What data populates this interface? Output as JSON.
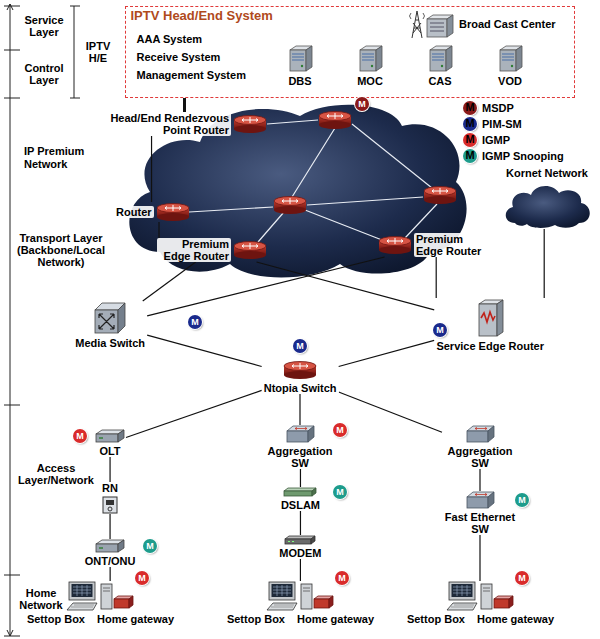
{
  "diagram": {
    "nodes": [
      {
        "text": [
          "IPTV Head/End System",
          "AAA System",
          "Receive System",
          "Management System"
        ]
      },
      {
        "text": [
          "Broad Cast Center"
        ],
        "in": 0
      },
      {
        "text": [
          "DBS"
        ],
        "in": 0
      },
      {
        "text": [
          "MOC"
        ],
        "in": 0
      },
      {
        "text": [
          "CAS"
        ],
        "in": 0
      },
      {
        "text": [
          "VOD"
        ],
        "in": 0
      },
      {
        "text": [
          "IP Premium Network"
        ]
      },
      {
        "text": [
          "Head/End Rendezvous Point Router"
        ],
        "in": 6
      },
      {
        "text": [
          "Router"
        ],
        "in": 6
      },
      {
        "text": [
          "Premium Edge Router"
        ],
        "in": 6
      },
      {
        "text": [
          "Premium Edge Router"
        ],
        "in": 6
      },
      {
        "text": [
          "Kornet Network"
        ]
      },
      {
        "text": [
          "Media Switch"
        ]
      },
      {
        "text": [
          "Service Edge Router"
        ]
      },
      {
        "text": [
          "Ntopia Switch"
        ]
      },
      {
        "text": [
          "OLT"
        ]
      },
      {
        "text": [
          "Aggregation SW"
        ]
      },
      {
        "text": [
          "Aggregation SW"
        ]
      },
      {
        "text": [
          "RN"
        ]
      },
      {
        "text": [
          "DSLAM"
        ]
      },
      {
        "text": [
          "Fast Ethernet SW"
        ]
      },
      {
        "text": [
          "ONT/ONU"
        ]
      },
      {
        "text": [
          "MODEM"
        ]
      },
      {
        "text": [
          "Settop Box",
          "Home gateway"
        ]
      },
      {
        "text": [
          "Settop Box",
          "Home gateway"
        ]
      },
      {
        "text": [
          "Settop Box",
          "Home gateway"
        ]
      }
    ],
    "edges": [
      {
        "from": 0,
        "to": 7,
        "arrow": "none"
      },
      {
        "from": 7,
        "to": 8,
        "arrow": "none"
      },
      {
        "from": 8,
        "to": 9,
        "arrow": "none"
      },
      {
        "from": 9,
        "to": 12,
        "arrow": "none"
      },
      {
        "from": 9,
        "to": 13,
        "arrow": "none"
      },
      {
        "from": 10,
        "to": 12,
        "arrow": "none"
      },
      {
        "from": 10,
        "to": 13,
        "arrow": "none"
      },
      {
        "from": 11,
        "to": 13,
        "arrow": "none"
      },
      {
        "from": 12,
        "to": 14,
        "arrow": "none"
      },
      {
        "from": 13,
        "to": 14,
        "arrow": "none"
      },
      {
        "from": 14,
        "to": 15,
        "arrow": "none"
      },
      {
        "from": 14,
        "to": 16,
        "arrow": "none"
      },
      {
        "from": 14,
        "to": 17,
        "arrow": "none"
      },
      {
        "from": 15,
        "to": 18,
        "arrow": "none"
      },
      {
        "from": 18,
        "to": 21,
        "arrow": "none"
      },
      {
        "from": 21,
        "to": 23,
        "arrow": "none"
      },
      {
        "from": 16,
        "to": 19,
        "arrow": "none"
      },
      {
        "from": 19,
        "to": 22,
        "arrow": "none"
      },
      {
        "from": 22,
        "to": 24,
        "arrow": "none"
      },
      {
        "from": 17,
        "to": 20,
        "arrow": "none"
      },
      {
        "from": 20,
        "to": 25,
        "arrow": "none"
      }
    ],
    "labels": [
      "Service Layer",
      "Control Layer",
      "IPTV H/E",
      "Transport Layer (Backbone/Local Network)",
      "Access Layer/Network",
      "Home Network",
      "M",
      "M",
      "M",
      "M",
      "M",
      "M",
      "M",
      "M",
      "M",
      "M",
      "M",
      "M",
      "M",
      "M",
      "M",
      "M"
    ],
    "legend": [
      {
        "text": "MSDP",
        "color": "#8b1a1a"
      },
      {
        "text": "PIM-SM",
        "color": "#1a2a8c"
      },
      {
        "text": "IGMP",
        "color": "#d92b2b"
      },
      {
        "text": "IGMP Snooping",
        "color": "#1e9c8c"
      }
    ]
  }
}
